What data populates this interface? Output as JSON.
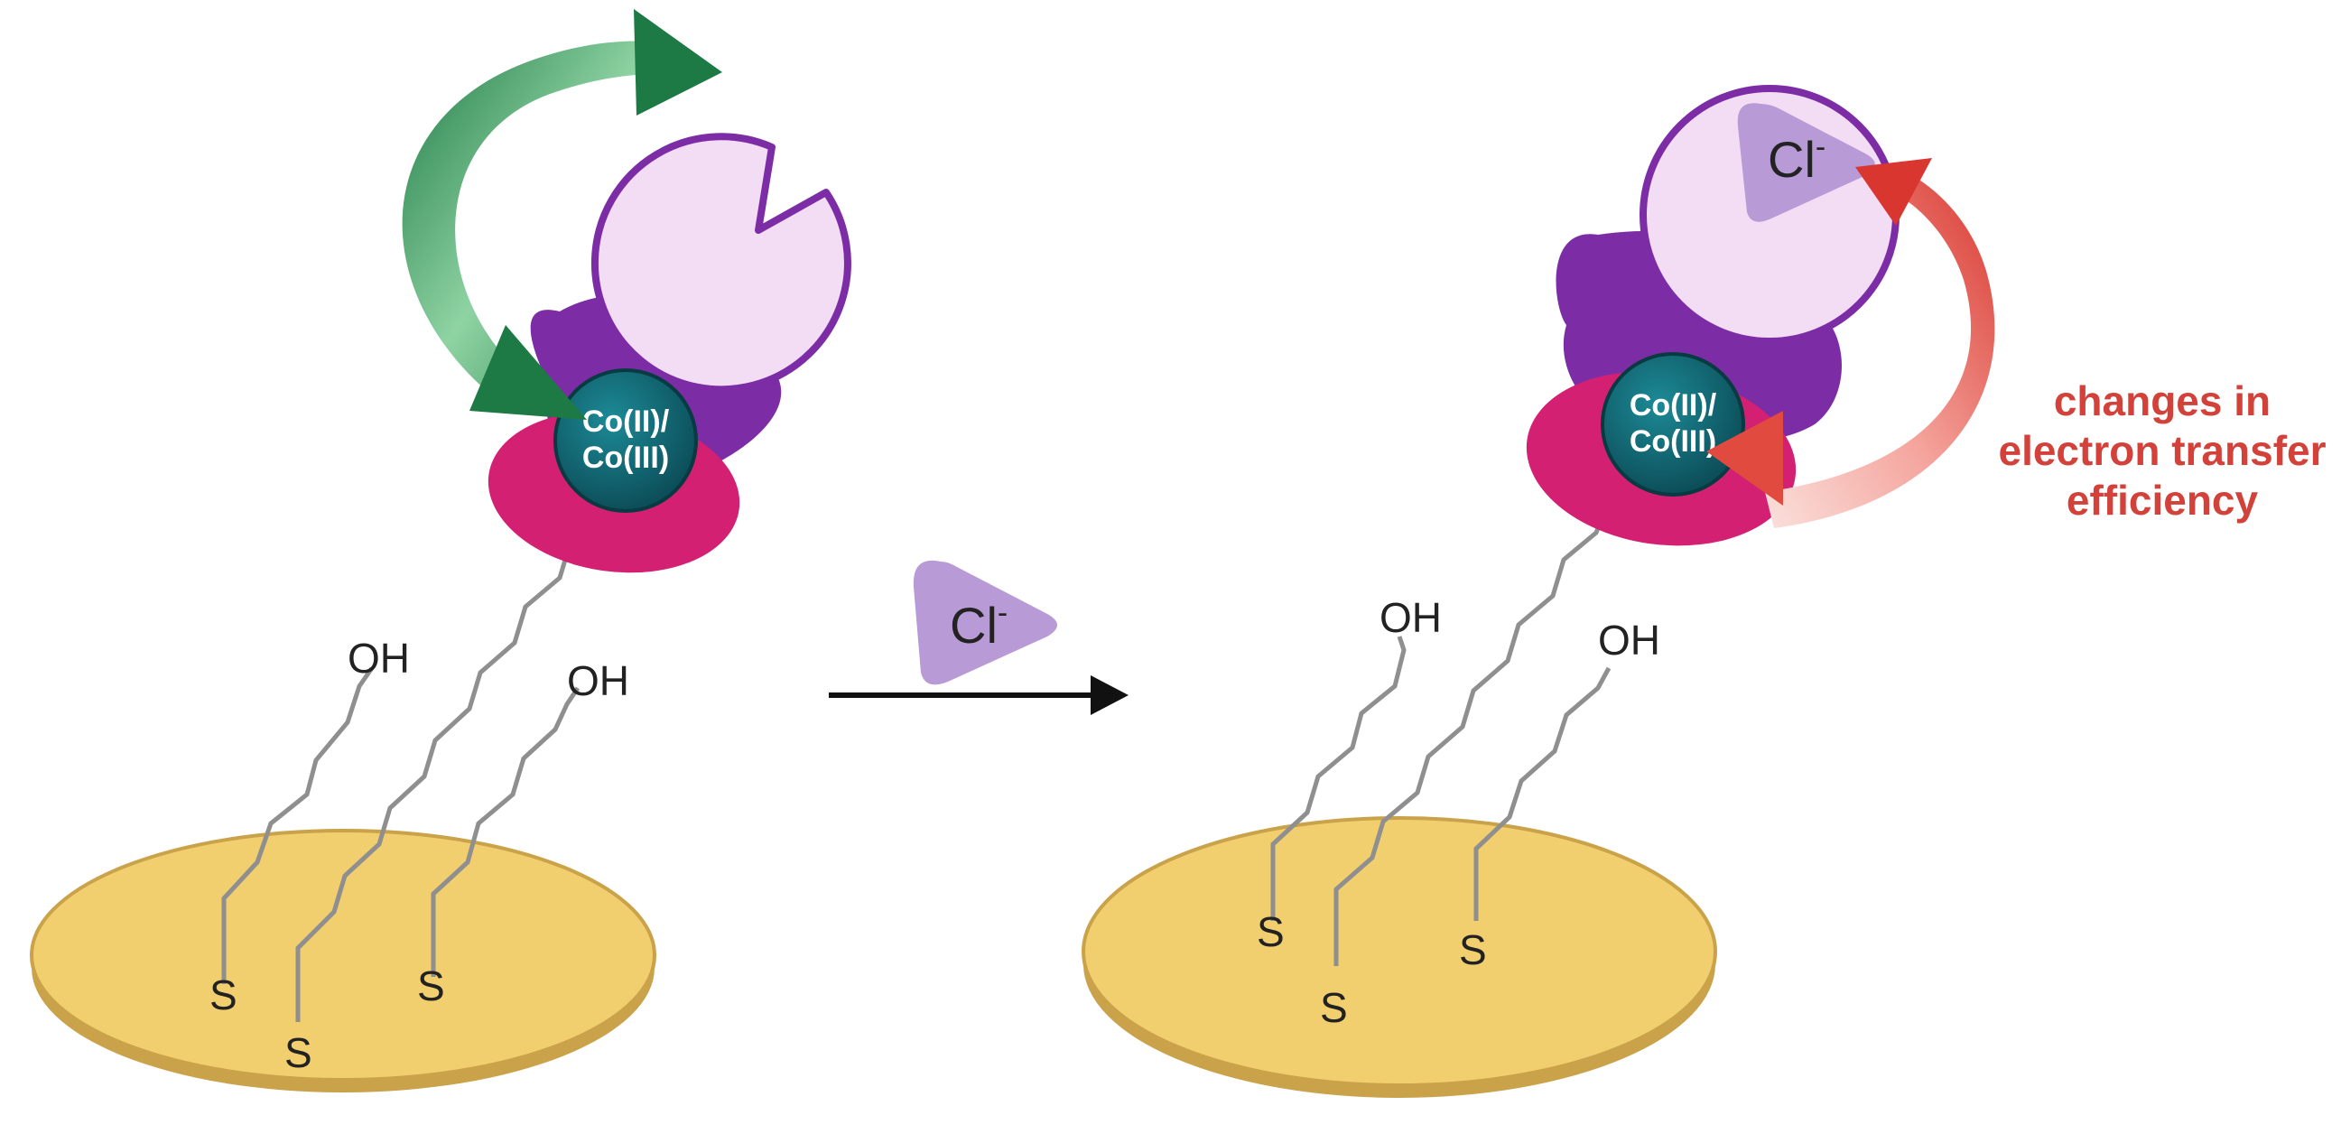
{
  "left_panel": {
    "cobalt_label_line1": "Co(II)/",
    "cobalt_label_line2": "Co(III)",
    "hydroxyl_labels": [
      "OH",
      "OH"
    ],
    "sulfur_labels": [
      "S",
      "S",
      "S"
    ]
  },
  "middle": {
    "chloride_base": "Cl",
    "chloride_charge": "-"
  },
  "right_panel": {
    "chloride_base": "Cl",
    "chloride_charge": "-",
    "cobalt_label_line1": "Co(II)/",
    "cobalt_label_line2": "Co(III)",
    "hydroxyl_labels": [
      "OH",
      "OH"
    ],
    "sulfur_labels": [
      "S",
      "S",
      "S"
    ],
    "annotation_lines": [
      "changes in",
      "electron transfer",
      "efficiency"
    ]
  },
  "colors": {
    "gold": "#F2CF6E",
    "gold_edge": "#C9A24A",
    "purple": "#7C2DA6",
    "lavender": "#F3DDF5",
    "magenta": "#D42073",
    "teal": "#0F5E6B",
    "green_arrow": "#2E8B57",
    "red_arrow": "#E04A3F",
    "annotation_text": "#D2413A",
    "chloride": "#B79AD6"
  }
}
